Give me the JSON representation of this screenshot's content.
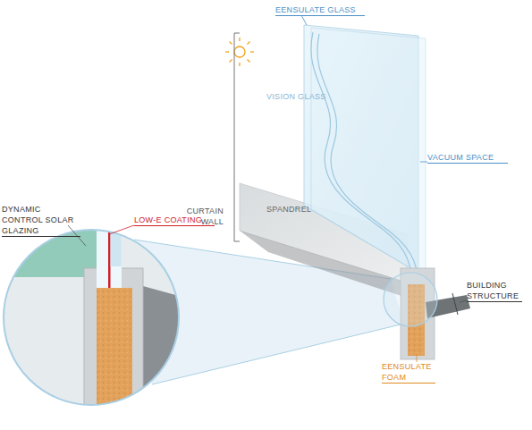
{
  "diagram": {
    "labels": [
      "EENSULATE GLASS",
      "VISION GLASS",
      "CURTAIN WALL",
      "VACUUM SPACE",
      "SPANDREL",
      "DYNAMIC CONTROL SOLAR GLAZING",
      "LOW-E COATING",
      "BUILDING STRUCTURE",
      "EENSULATE FOAM"
    ]
  }
}
